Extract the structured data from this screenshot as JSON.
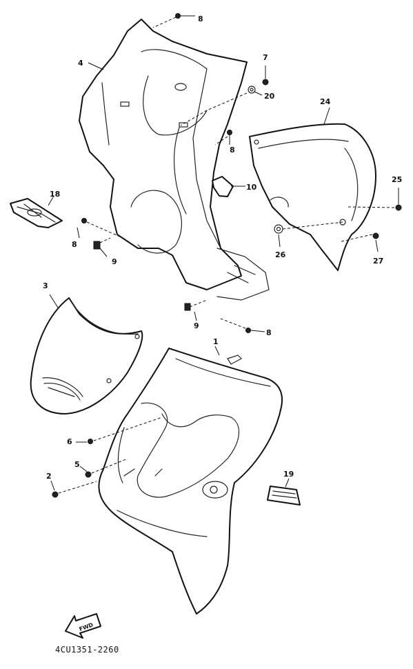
{
  "callouts": {
    "c1": "1",
    "c2": "2",
    "c3": "3",
    "c4": "4",
    "c5": "5",
    "c6": "6",
    "c7": "7",
    "c8a": "8",
    "c8b": "8",
    "c8c": "8",
    "c8d": "8",
    "c9a": "9",
    "c9b": "9",
    "c10": "10",
    "c18": "18",
    "c19": "19",
    "c20": "20",
    "c24": "24",
    "c25": "25",
    "c26": "26",
    "c27": "27"
  },
  "fwd_label": "FWD",
  "diagram_code": "4CU1351-2260"
}
